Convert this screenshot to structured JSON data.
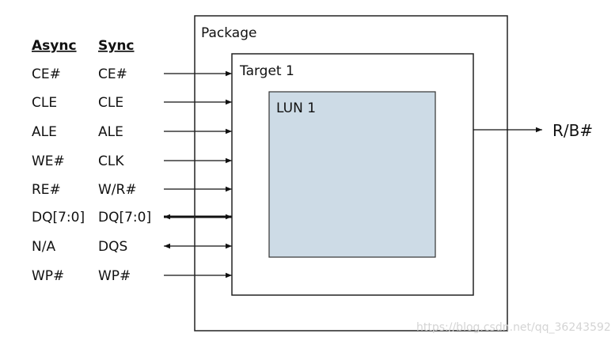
{
  "headers": {
    "async": "Async",
    "sync": "Sync"
  },
  "signals": [
    {
      "async": "CE#",
      "sync": "CE#",
      "direction": "in"
    },
    {
      "async": "CLE",
      "sync": "CLE",
      "direction": "in"
    },
    {
      "async": "ALE",
      "sync": "ALE",
      "direction": "in"
    },
    {
      "async": "WE#",
      "sync": "CLK",
      "direction": "in"
    },
    {
      "async": "RE#",
      "sync": "W/R#",
      "direction": "in"
    },
    {
      "async": "DQ[7:0]",
      "sync": "DQ[7:0]",
      "direction": "bidirectional-bus"
    },
    {
      "async": "N/A",
      "sync": "DQS",
      "direction": "bidirectional"
    },
    {
      "async": "WP#",
      "sync": "WP#",
      "direction": "in"
    }
  ],
  "package_label": "Package",
  "target_label": "Target 1",
  "lun_label": "LUN 1",
  "output_label": "R/B#",
  "watermark": "https://blog.csdn.net/qq_36243592",
  "colors": {
    "lun_fill": "#cddbe6"
  }
}
